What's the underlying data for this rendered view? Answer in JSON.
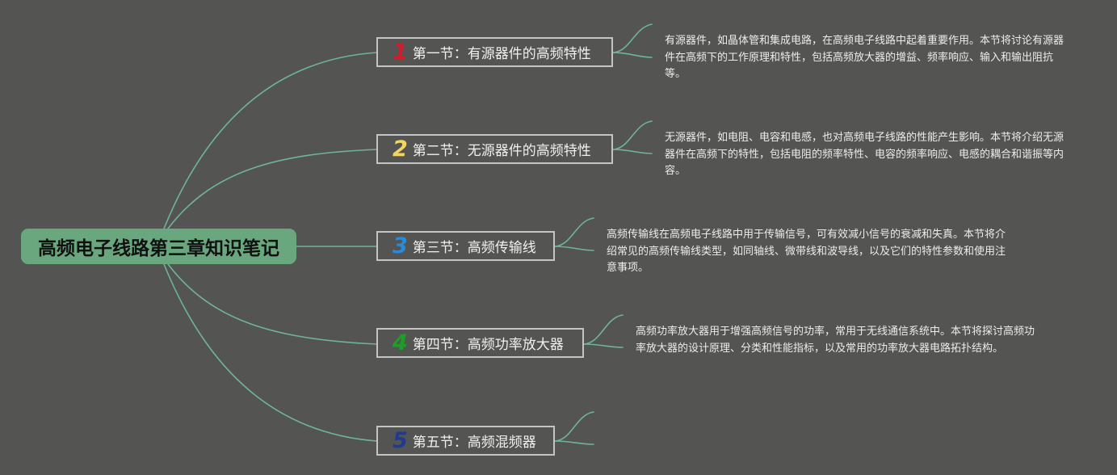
{
  "root": {
    "title": "高频电子线路第三章知识笔记"
  },
  "colors": {
    "background": "#545552",
    "root_fill": "#6aa77e",
    "connector": "#6fb496",
    "num_1": "#cf1d2b",
    "num_2": "#f4d563",
    "num_3": "#2a8ad8",
    "num_4": "#1f9d2a",
    "num_5": "#1e3a93"
  },
  "sections": [
    {
      "num": "1",
      "label": "第一节：有源器件的高频特性",
      "description": "有源器件，如晶体管和集成电路，在高频电子线路中起着重要作用。本节将讨论有源器件在高频下的工作原理和特性，包括高频放大器的增益、频率响应、输入和输出阻抗等。"
    },
    {
      "num": "2",
      "label": "第二节：无源器件的高频特性",
      "description": "无源器件，如电阻、电容和电感，也对高频电子线路的性能产生影响。本节将介绍无源器件在高频下的特性，包括电阻的频率特性、电容的频率响应、电感的耦合和谐振等内容。"
    },
    {
      "num": "3",
      "label": "第三节：高频传输线",
      "description": "高频传输线在高频电子线路中用于传输信号，可有效减小信号的衰减和失真。本节将介绍常见的高频传输线类型，如同轴线、微带线和波导线，以及它们的特性参数和使用注意事项。"
    },
    {
      "num": "4",
      "label": "第四节：高频功率放大器",
      "description": "高频功率放大器用于增强高频信号的功率，常用于无线通信系统中。本节将探讨高频功率放大器的设计原理、分类和性能指标，以及常用的功率放大器电路拓扑结构。"
    },
    {
      "num": "5",
      "label": "第五节：高频混频器",
      "description": ""
    }
  ]
}
